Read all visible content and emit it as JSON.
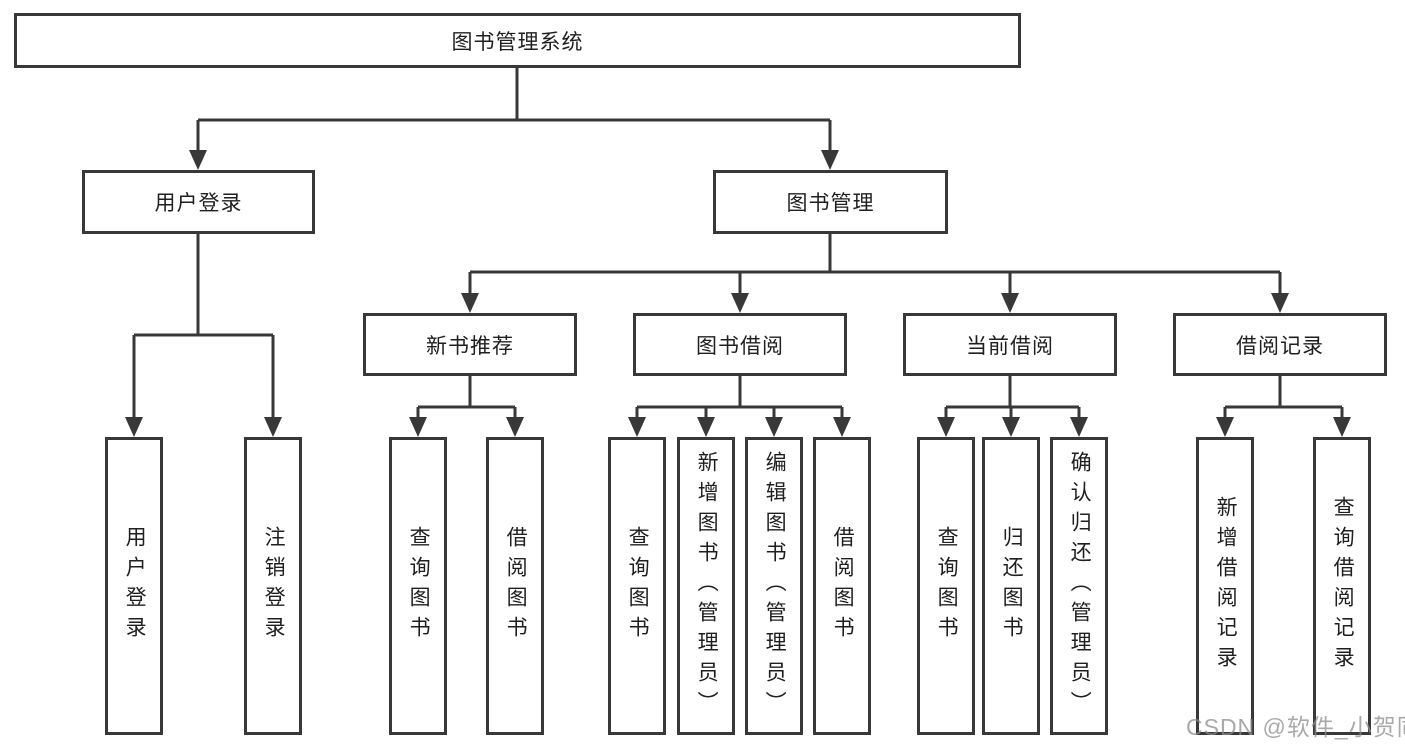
{
  "nodes": {
    "root": "图书管理系统",
    "user_login": "用户登录",
    "book_management": "图书管理",
    "new_book_recommendation": "新书推荐",
    "book_borrowing": "图书借阅",
    "current_borrowing": "当前借阅",
    "borrowing_records": "借阅记录"
  },
  "leaves": {
    "user_login": [
      "用户登录",
      "注销登录"
    ],
    "new_book_recommendation": [
      "查询图书",
      "借阅图书"
    ],
    "book_borrowing": [
      "查询图书",
      "新增图书（管理员）",
      "编辑图书（管理员）",
      "借阅图书"
    ],
    "current_borrowing": [
      "查询图书",
      "归还图书",
      "确认归还（管理员）"
    ],
    "borrowing_records": [
      "新增借阅记录",
      "查询借阅记录"
    ]
  },
  "watermark": "CSDN @软件_小贺同学",
  "colors": {
    "line": "#383838",
    "text": "#1f1f1f",
    "watermark": "#8c8c8c",
    "background": "#ffffff"
  }
}
